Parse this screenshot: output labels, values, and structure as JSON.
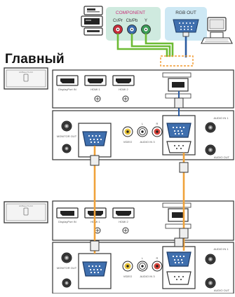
{
  "heading": "Главный",
  "component": {
    "title": "COMPONENT",
    "ports": [
      "Cr/Pr",
      "Cb/Pb",
      "Y"
    ],
    "colors": [
      "#c62d3a",
      "#3a6aa8",
      "#3a9a57"
    ]
  },
  "rgb_out": {
    "label": "RGB OUT"
  },
  "colors": {
    "component_cable": "#6dbb34",
    "rgb_cable": "#f0a23a",
    "vga_link": "#2a5aa0",
    "highlight_box": "#f29a2e",
    "component_bg": "#cfeadf",
    "rgb_bg": "#cde8f4"
  },
  "projector1": {
    "top_labels": [
      "HDBaseT/LAN",
      "DisplayPort IN",
      "HDMI 1",
      "HDMI 2"
    ],
    "side_labels": [
      "AUDIO IN 1",
      "AUDIO OUT"
    ],
    "bottom_labels": [
      "MONITOR OUT",
      "VIDEO",
      "AUDIO IN 3",
      "L",
      "R"
    ]
  },
  "projector2": {
    "top_labels": [
      "HDBaseT/LAN",
      "DisplayPort IN",
      "HDMI 1",
      "HDMI 2"
    ],
    "side_labels": [
      "AUDIO IN 1",
      "AUDIO OUT"
    ],
    "bottom_labels": [
      "MONITOR OUT",
      "VIDEO",
      "AUDIO IN 3",
      "L",
      "R"
    ]
  }
}
